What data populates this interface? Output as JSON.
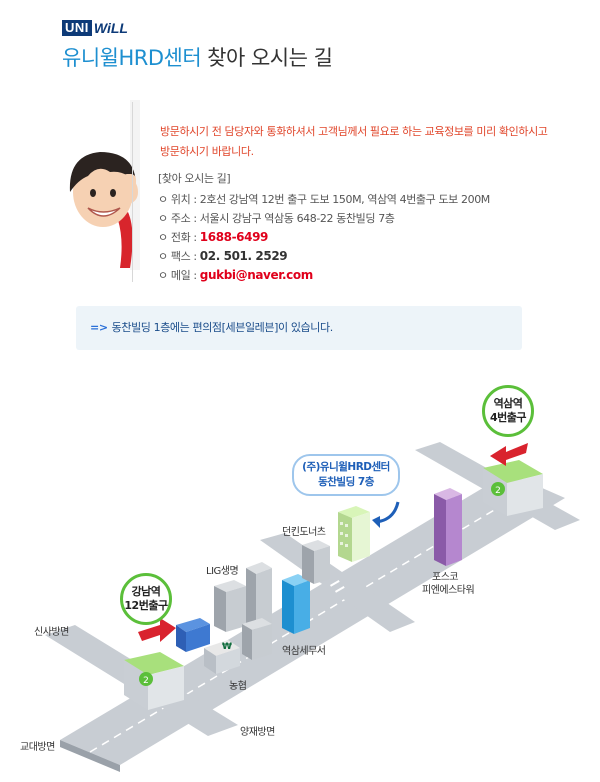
{
  "logo": {
    "uni": "UNI",
    "will": "WiLL"
  },
  "title": {
    "org": "유니윌HRD센터",
    "sub": "찾아 오시는 길"
  },
  "intro": "방문하시기 전 담당자와 통화하셔서 고객님께서 필요로 하는 교육정보를 미리 확인하시고 방문하시기 바랍니다.",
  "info": {
    "heading": "[찾아 오시는 길]",
    "bullet": "ㅇ",
    "rows": [
      {
        "label": "위치 :",
        "value": "2호선 강남역 12번 출구 도보 150M, 역삼역 4번출구 도보 200M"
      },
      {
        "label": "주소 :",
        "value": "서울시 강남구 역삼동 648-22 동찬빌딩 7층"
      },
      {
        "label": "전화 :",
        "value": "1688-6499"
      },
      {
        "label": "팩스 :",
        "value": "02. 501. 2529"
      },
      {
        "label": "메일 :",
        "value": "gukbi@naver.com"
      }
    ]
  },
  "note": {
    "arrow": "=>",
    "text": "동찬빌딩 1층에는 편의점[세븐일레븐]이 있습니다."
  },
  "map": {
    "station_left": {
      "line1": "강남역",
      "line2": "12번출구"
    },
    "station_right": {
      "line1": "역삼역",
      "line2": "4번출구"
    },
    "target": {
      "line1": "(주)유니윌HRD센터",
      "line2": "동찬빌딩 7층"
    },
    "line_number": "2",
    "labels": {
      "sinsa": "신사방면",
      "gyodae": "교대방면",
      "yangjae": "양재방면",
      "lig": "LIG생명",
      "dunkin": "던킨도너츠",
      "posco1": "포스코",
      "posco2": "피엔에스타워",
      "tax": "역삼세무서",
      "nh": "농협"
    },
    "colors": {
      "road": "#c8cdd3",
      "green": "#5bbf3a",
      "red": "#d9232e",
      "blue": "#1d8fd0"
    }
  }
}
